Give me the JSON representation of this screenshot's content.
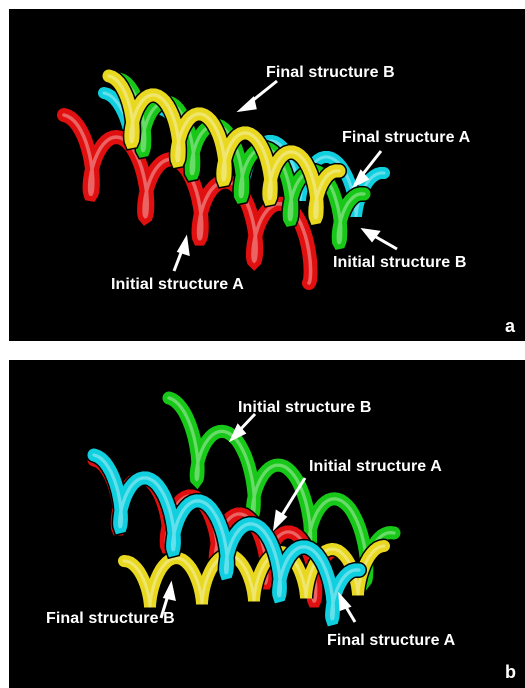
{
  "panels": [
    {
      "id": "a",
      "tag": "a",
      "labels": {
        "final_b": "Final structure B",
        "final_a": "Final structure A",
        "initial_b": "Initial structure B",
        "initial_a": "Initial structure A"
      }
    },
    {
      "id": "b",
      "tag": "b",
      "labels": {
        "initial_b": "Initial structure B",
        "initial_a": "Initial structure A",
        "final_b": "Final structure B",
        "final_a": "Final structure A"
      }
    }
  ],
  "colors": {
    "initial_a": "#e01010",
    "initial_b": "#18c818",
    "final_a": "#10d0e0",
    "final_b": "#e8d820",
    "background": "#000000"
  }
}
